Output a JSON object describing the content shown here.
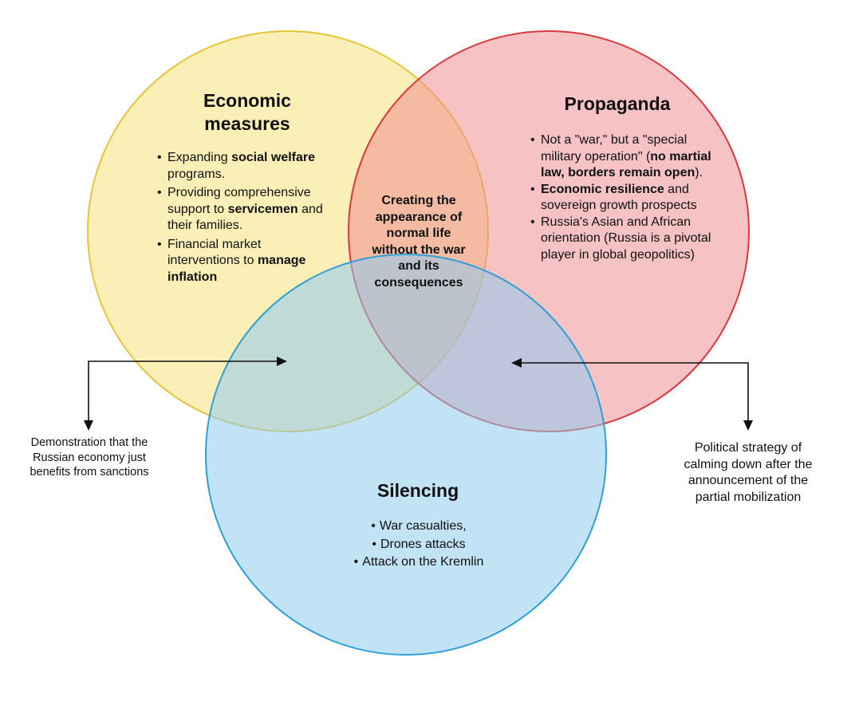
{
  "colors": {
    "economic_fill": "#F5E27A",
    "economic_stroke": "#E9C437",
    "propaganda_fill": "#EE8F92",
    "propaganda_stroke": "#D9393B",
    "silencing_fill": "#8FCBEF",
    "silencing_stroke": "#2E9FD9",
    "arrow": "#111111"
  },
  "economic": {
    "title": "Economic measures",
    "items": [
      {
        "before": "Expanding ",
        "bold": "social welfare",
        "after": " programs."
      },
      {
        "before": "Providing comprehensive support to ",
        "bold": "servicemen",
        "after": " and their families."
      },
      {
        "before": "Financial market interventions to ",
        "bold": "manage inflation",
        "after": ""
      }
    ]
  },
  "propaganda": {
    "title": "Propaganda",
    "items": [
      {
        "before": "Not a \"war,\" but a \"special military operation\" (",
        "bold": "no martial law, borders remain open",
        "after": ")."
      },
      {
        "before": "",
        "bold": "Economic resilience",
        "after": " and sovereign growth prospects"
      },
      {
        "before": "Russia's Asian and African orientation (Russia is a pivotal player in global geopolitics)",
        "bold": "",
        "after": ""
      }
    ]
  },
  "silencing": {
    "title": "Silencing",
    "items": [
      "War casualties,",
      "Drones attacks",
      "Attack on the Kremlin"
    ]
  },
  "center": {
    "text": "Creating the appearance of normal life without the war and its consequences"
  },
  "left_note": {
    "text": "Demonstration that the Russian economy just benefits from sanctions"
  },
  "right_note": {
    "text": "Political strategy of calming down after the announcement  of the partial mobilization"
  }
}
